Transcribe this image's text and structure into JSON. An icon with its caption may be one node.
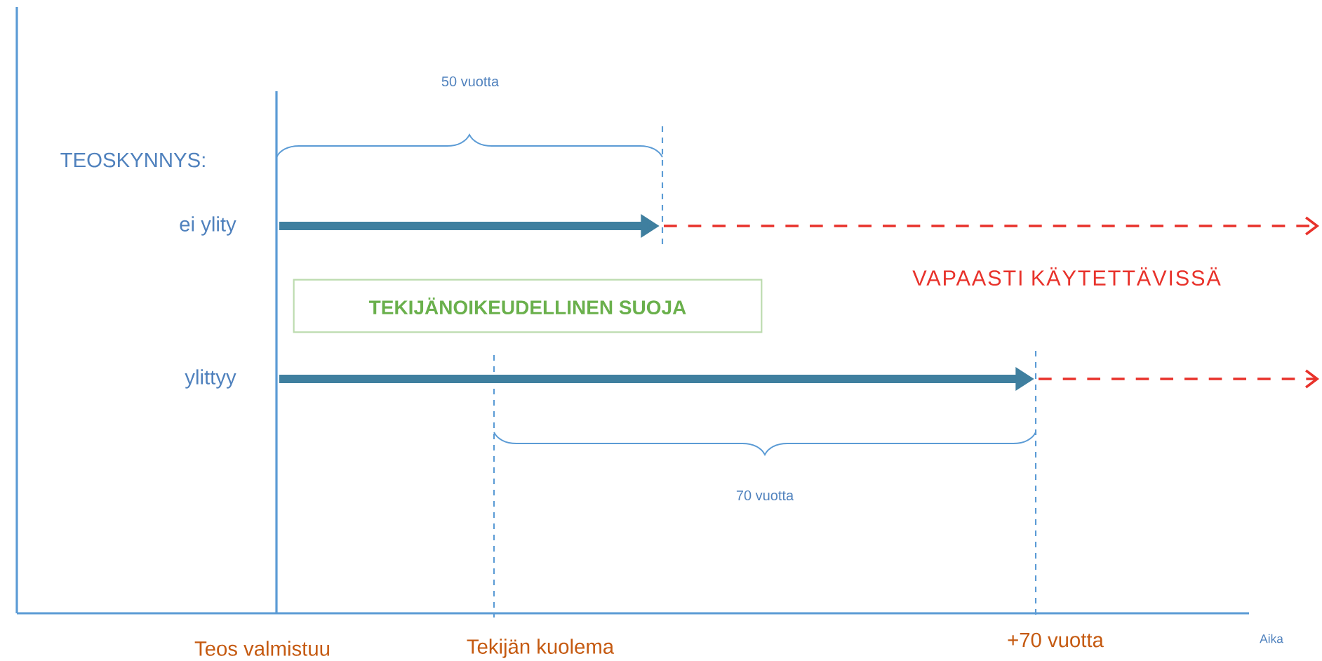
{
  "diagram": {
    "nodes": [
      {
        "text": [
          "TEKIJÄNOIKEUDELLINEN SUOJA"
        ]
      }
    ],
    "labels": [
      "50 vuotta",
      "TEOSKYNNYS:",
      "ei ylity",
      "VAPAASTI KÄYTETTÄVISSÄ",
      "ylittyy",
      "70 vuotta",
      "Teos valmistuu",
      "Tekijän kuolema",
      "+70 vuotta",
      "Aika"
    ]
  }
}
